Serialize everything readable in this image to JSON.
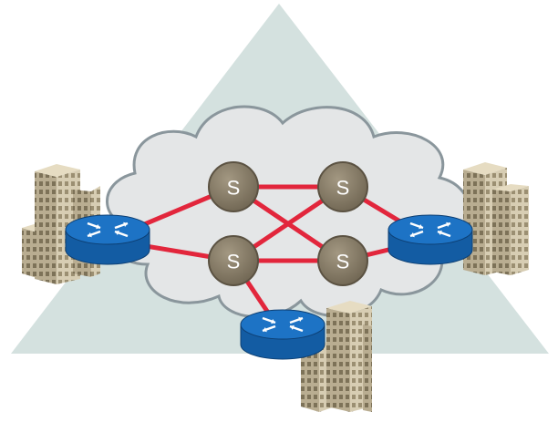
{
  "diagram": {
    "nodes": [
      {
        "id": "s1",
        "label": "S",
        "kind": "switch"
      },
      {
        "id": "s2",
        "label": "S",
        "kind": "switch"
      },
      {
        "id": "s3",
        "label": "S",
        "kind": "switch"
      },
      {
        "id": "s4",
        "label": "S",
        "kind": "switch"
      },
      {
        "id": "r_left",
        "kind": "router"
      },
      {
        "id": "r_right",
        "kind": "router"
      },
      {
        "id": "r_bottom",
        "kind": "router"
      }
    ],
    "links": [
      [
        "r_left",
        "s1"
      ],
      [
        "r_left",
        "s3"
      ],
      [
        "s1",
        "s2"
      ],
      [
        "s1",
        "s4"
      ],
      [
        "s3",
        "s2"
      ],
      [
        "s3",
        "s4"
      ],
      [
        "s2",
        "r_right"
      ],
      [
        "s4",
        "r_right"
      ],
      [
        "s3",
        "r_bottom"
      ]
    ],
    "colors": {
      "triangle": "#d4e1df",
      "cloud": "#e4e6e7",
      "cloud_outline": "#8a969c",
      "link": "#e2263c",
      "switch_fill": "#8a7f6a",
      "router_fill": "#1d73c5",
      "building": "#d6ccb2"
    }
  }
}
